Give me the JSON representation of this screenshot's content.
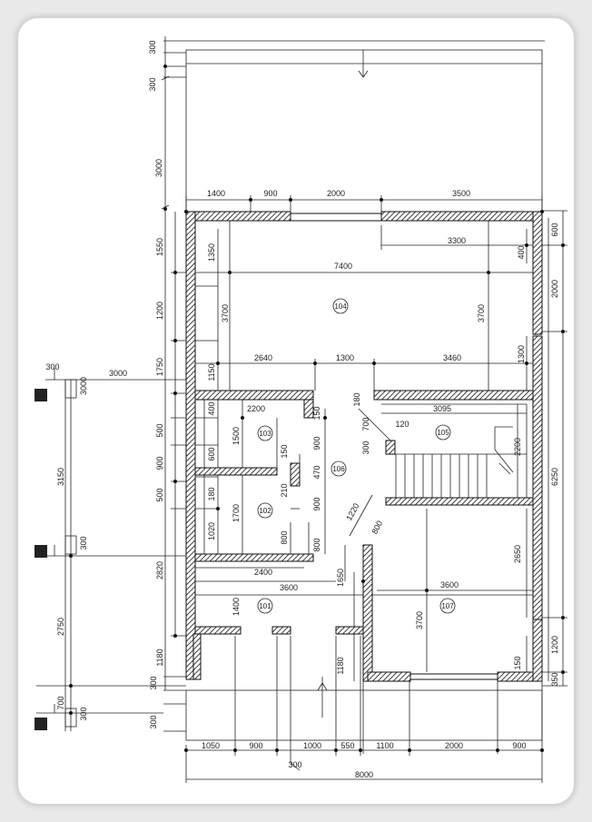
{
  "drawing": {
    "rooms": [
      "104",
      "103",
      "102",
      "106",
      "105",
      "101",
      "107"
    ],
    "dims": {
      "top_300a": "300",
      "top_300b": "300",
      "top_3000": "3000",
      "top_1400": "1400",
      "top_900": "900",
      "top_2000": "2000",
      "top_3500": "3500",
      "d3300": "3300",
      "d7400": "7400",
      "d3700a": "3700",
      "d3700b": "3700",
      "d1350": "1350",
      "d1150": "1150",
      "d2640": "2640",
      "d1300": "1300",
      "d3460": "3460",
      "d1300b": "1300",
      "d400a": "400",
      "d600r": "600",
      "d2000r": "2000",
      "l1550": "1550",
      "l1200": "1200",
      "l1750": "1750",
      "l500a": "500",
      "l900": "900",
      "l500b": "500",
      "l2820": "2820",
      "l1180": "1180",
      "l300b": "300",
      "e300a": "300",
      "e3000": "3000",
      "e3000b": "3000",
      "e3150": "3150",
      "e300b": "300",
      "e2750": "2750",
      "e700": "700",
      "e300c": "300",
      "e300d": "300",
      "d2200": "2200",
      "d400b": "400",
      "d1500": "1500",
      "d150a": "150",
      "d600a": "600",
      "d150b": "150",
      "d900a": "900",
      "d470": "470",
      "d180a": "180",
      "d1700": "1700",
      "d210": "210",
      "d1020": "1020",
      "d800a": "800",
      "d900b": "900",
      "d800b": "800",
      "d180b": "180",
      "d700": "700",
      "d120": "120",
      "d3095": "3095",
      "d300": "300",
      "d2200r": "2200",
      "d6250": "6250",
      "d2400": "2400",
      "d3600a": "3600",
      "d1220": "1220",
      "d800c": "800",
      "d1650": "1650",
      "d2650": "2650",
      "d3600b": "3600",
      "d3700c": "3700",
      "d1400": "1400",
      "d1200r": "1200",
      "d150c": "150",
      "d350": "350",
      "d1180b": "1180",
      "b1050": "1050",
      "b900": "900",
      "b1000": "1000",
      "b550": "550",
      "b1100": "1100",
      "b2000": "2000",
      "b900b": "900",
      "b300": "300",
      "b8000": "8000"
    }
  }
}
